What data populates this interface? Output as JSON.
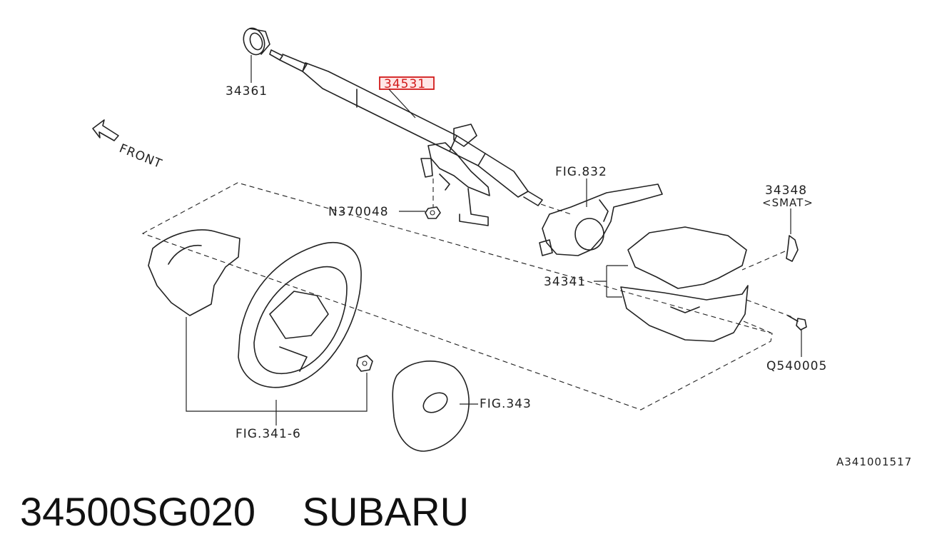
{
  "diagram": {
    "callouts": {
      "bearing": "34361",
      "column": "34531",
      "nut": "N370048",
      "combo_switch_ref": "FIG.832",
      "clip": "34348",
      "clip_note": "<SMAT>",
      "cover": "34341",
      "screw": "Q540005",
      "wheel_ref": "FIG.341-6",
      "airbag_ref": "FIG.343"
    },
    "front_label": "FRONT",
    "drawing_id": "A341001517",
    "highlighted_part": "34531",
    "highlight_color": "#d21a1a"
  },
  "caption": {
    "part_number": "34500SG020",
    "brand": "SUBARU"
  }
}
